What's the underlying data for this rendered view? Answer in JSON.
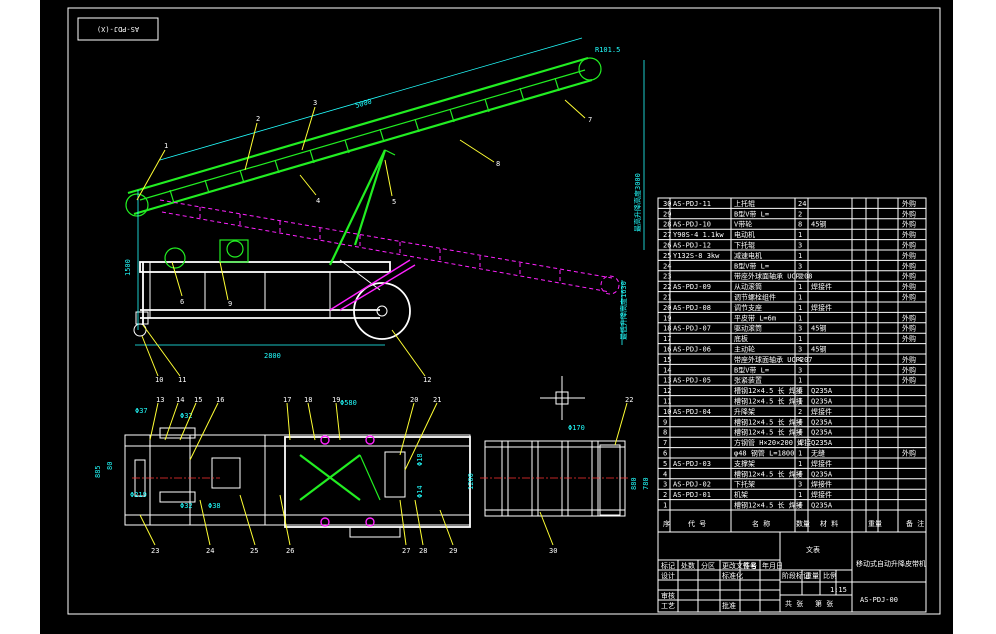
{
  "drawing": {
    "code_box": "AS-PDJ-(X)",
    "title_name": "移动式自动升降皮带机",
    "drawing_no": "AS-PDJ-00",
    "scale": "1:15",
    "material": "文表"
  },
  "dimensions": {
    "belt_length": "5000",
    "pulley_radius": "R101.5",
    "height_main": "1500",
    "base_length": "2800",
    "lift_height": "最高升降高度3000",
    "low_height": "最低升降高度1630",
    "d580": "Φ580",
    "d170": "Φ170",
    "d37": "Φ37",
    "d32": "Φ32",
    "d219": "Φ219",
    "d38": "Φ38",
    "d32b": "Φ32",
    "w1200": "1200",
    "w885": "885",
    "w80": "80",
    "w780": "780",
    "w880": "880",
    "w618": "Φ18",
    "w614": "Φ14"
  },
  "callouts_side": [
    "1",
    "2",
    "3",
    "4",
    "5",
    "6",
    "7",
    "8",
    "9",
    "10",
    "11",
    "12"
  ],
  "callouts_bottom": [
    "13",
    "14",
    "15",
    "16",
    "17",
    "18",
    "19",
    "20",
    "21",
    "22",
    "23",
    "24",
    "25",
    "26",
    "27",
    "28",
    "29",
    "30"
  ],
  "bom_rows": [
    {
      "n": "30",
      "code": "AS-PDJ-11",
      "name": "上托辊",
      "qty": "24",
      "mat": "",
      "note": "外购"
    },
    {
      "n": "29",
      "code": "",
      "name": "B型V带 L=",
      "qty": "2",
      "mat": "",
      "note": "外购"
    },
    {
      "n": "28",
      "code": "AS-PDJ-10",
      "name": "V带轮",
      "qty": "8",
      "mat": "45钢",
      "note": "外购"
    },
    {
      "n": "27",
      "code": "Y90S-4 1.1kw",
      "name": "电动机",
      "qty": "1",
      "mat": "",
      "note": "外购"
    },
    {
      "n": "26",
      "code": "AS-PDJ-12",
      "name": "下托辊",
      "qty": "3",
      "mat": "",
      "note": "外购"
    },
    {
      "n": "25",
      "code": "Y132S-8 3kw",
      "name": "减速电机",
      "qty": "1",
      "mat": "",
      "note": "外购"
    },
    {
      "n": "24",
      "code": "",
      "name": "B型V带 L=",
      "qty": "3",
      "mat": "",
      "note": "外购"
    },
    {
      "n": "23",
      "code": "",
      "name": "带座外球面轴承 UCP208",
      "qty": "2",
      "mat": "",
      "note": "外购"
    },
    {
      "n": "22",
      "code": "AS-PDJ-09",
      "name": "从动滚筒",
      "qty": "1",
      "mat": "焊接件",
      "note": "外购"
    },
    {
      "n": "21",
      "code": "",
      "name": "调节螺栓组件",
      "qty": "1",
      "mat": "",
      "note": "外购"
    },
    {
      "n": "20",
      "code": "AS-PDJ-08",
      "name": "调节支座",
      "qty": "1",
      "mat": "焊接件",
      "note": ""
    },
    {
      "n": "19",
      "code": "",
      "name": "平皮带 L=6m",
      "qty": "1",
      "mat": "",
      "note": "外购"
    },
    {
      "n": "18",
      "code": "AS-PDJ-07",
      "name": "驱动滚筒",
      "qty": "3",
      "mat": "45钢",
      "note": "外购"
    },
    {
      "n": "17",
      "code": "",
      "name": "底板",
      "qty": "1",
      "mat": "",
      "note": "外购"
    },
    {
      "n": "16",
      "code": "AS-PDJ-06",
      "name": "主动轮",
      "qty": "3",
      "mat": "45钢",
      "note": ""
    },
    {
      "n": "15",
      "code": "",
      "name": "带座外球面轴承 UCP207",
      "qty": "4",
      "mat": "",
      "note": "外购"
    },
    {
      "n": "14",
      "code": "",
      "name": "B型V带 L=",
      "qty": "3",
      "mat": "",
      "note": "外购"
    },
    {
      "n": "13",
      "code": "AS-PDJ-05",
      "name": "张紧装置",
      "qty": "1",
      "mat": "",
      "note": "外购"
    },
    {
      "n": "12",
      "code": "",
      "name": "槽钢12×4.5 长 焊接",
      "qty": "6",
      "mat": "Q235A",
      "note": ""
    },
    {
      "n": "11",
      "code": "",
      "name": "槽钢12×4.5 长 焊接",
      "qty": "1",
      "mat": "Q235A",
      "note": ""
    },
    {
      "n": "10",
      "code": "AS-PDJ-04",
      "name": "升降架",
      "qty": "2",
      "mat": "焊接件",
      "note": ""
    },
    {
      "n": "9",
      "code": "",
      "name": "槽钢12×4.5 长 焊接",
      "qty": "4",
      "mat": "Q235A",
      "note": ""
    },
    {
      "n": "8",
      "code": "",
      "name": "槽钢12×4.5 长 焊接",
      "qty": "4",
      "mat": "Q235A",
      "note": ""
    },
    {
      "n": "7",
      "code": "",
      "name": "方钢管 H×20×200 焊接",
      "qty": "4",
      "mat": "Q235A",
      "note": ""
    },
    {
      "n": "6",
      "code": "",
      "name": "φ48 钢管 L=1800",
      "qty": "1",
      "mat": "无缝",
      "note": "外购"
    },
    {
      "n": "5",
      "code": "AS-PDJ-03",
      "name": "支撑架",
      "qty": "1",
      "mat": "焊接件",
      "note": ""
    },
    {
      "n": "4",
      "code": "",
      "name": "槽钢12×4.5 长 焊接",
      "qty": "4",
      "mat": "Q235A",
      "note": ""
    },
    {
      "n": "3",
      "code": "AS-PDJ-02",
      "name": "下托架",
      "qty": "3",
      "mat": "焊接件",
      "note": ""
    },
    {
      "n": "2",
      "code": "AS-PDJ-01",
      "name": "机架",
      "qty": "1",
      "mat": "焊接件",
      "note": ""
    },
    {
      "n": "1",
      "code": "",
      "name": "槽钢12×4.5 长 焊接",
      "qty": "4",
      "mat": "Q235A",
      "note": ""
    }
  ],
  "bom_header": {
    "n": "序",
    "code": "代 号",
    "name": "名 称",
    "qty": "数量",
    "mat": "材 料",
    "weight": "重量",
    "note": "备 注"
  },
  "title_block": {
    "labels": [
      "标记",
      "处数",
      "分区",
      "更改文件号",
      "签名",
      "年月日",
      "设计",
      "标准化",
      "阶段标记",
      "重量",
      "比例",
      "审核",
      "工艺",
      "批准",
      "共 张",
      "第 张"
    ]
  }
}
